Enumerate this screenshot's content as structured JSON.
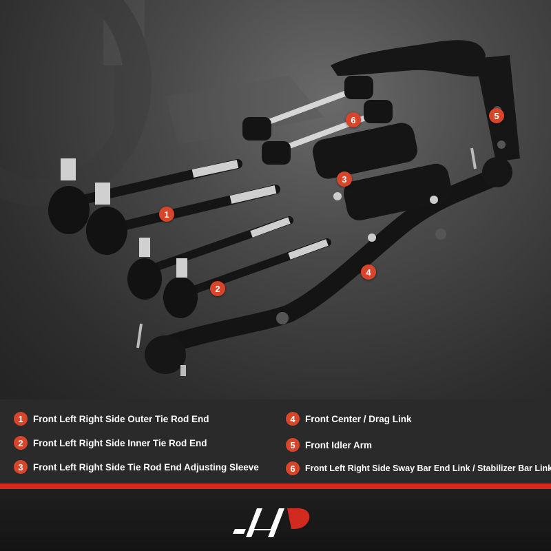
{
  "legend": {
    "items": [
      {
        "num": "1",
        "label": "Front Left Right Side Outer Tie Rod End"
      },
      {
        "num": "2",
        "label": "Front Left Right Side Inner Tie Rod End"
      },
      {
        "num": "3",
        "label": "Front Left Right Side Tie Rod End Adjusting Sleeve"
      },
      {
        "num": "4",
        "label": "Front Center / Drag Link"
      },
      {
        "num": "5",
        "label": "Front Idler Arm"
      },
      {
        "num": "6",
        "label": "Front Left Right Side Sway Bar End Link / Stabilizer Bar Link"
      }
    ]
  },
  "callouts": [
    "1",
    "2",
    "3",
    "4",
    "5",
    "6"
  ],
  "colors": {
    "accent": "#d9452b",
    "rule": "#d22a1e",
    "text": "#ffffff",
    "background": "#2a2a2a"
  },
  "logo": {
    "icon": "brand-logo-icon"
  }
}
